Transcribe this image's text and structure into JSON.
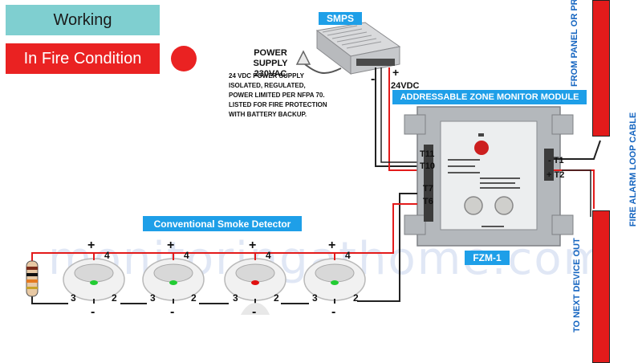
{
  "status": {
    "working_label": "Working",
    "fire_label": "In Fire Condition"
  },
  "power": {
    "smps_label": "SMPS",
    "supply_title_line1": "POWER SUPPLY",
    "supply_title_line2": "230VAC",
    "description": [
      "24 VDC POWER SUPPLY",
      "ISOLATED, REGULATED,",
      "POWER LIMITED PER NFPA 70.",
      "LISTED FOR FIRE PROTECTION",
      "WITH BATTERY BACKUP."
    ],
    "output_label": "24VDC",
    "plus": "+",
    "minus": "-"
  },
  "module": {
    "title": "ADDRESSABLE ZONE MONITOR MODULE",
    "model": "FZM-1",
    "terminals": {
      "t11": "T11",
      "t10": "T10",
      "t7": "T7",
      "t6": "T6",
      "t1": "- T1",
      "t2": "+ T2"
    }
  },
  "loop": {
    "from_panel": "FROM PANEL OR PREVIOUS DEVICE",
    "cable": "FIRE ALARM LOOP CABLE",
    "to_next": "TO NEXT DEVICE OUT"
  },
  "detectors": {
    "title": "Conventional Smoke Detector",
    "items": [
      {
        "t4": "4",
        "t3": "3",
        "t2": "2",
        "plus": "+",
        "minus": "-",
        "led": "green"
      },
      {
        "t4": "4",
        "t3": "3",
        "t2": "2",
        "plus": "+",
        "minus": "-",
        "led": "green"
      },
      {
        "t4": "4",
        "t3": "3",
        "t2": "2",
        "plus": "+",
        "minus": "-",
        "led": "red"
      },
      {
        "t4": "4",
        "t3": "3",
        "t2": "2",
        "plus": "+",
        "minus": "-",
        "led": "green"
      }
    ]
  },
  "watermark": "monitoringathome.com",
  "colors": {
    "accent_blue": "#1e9fe8",
    "alarm_red": "#e31b1b",
    "status_teal": "#7fcfd0",
    "led_green": "#22cc33",
    "led_red": "#e01010"
  }
}
